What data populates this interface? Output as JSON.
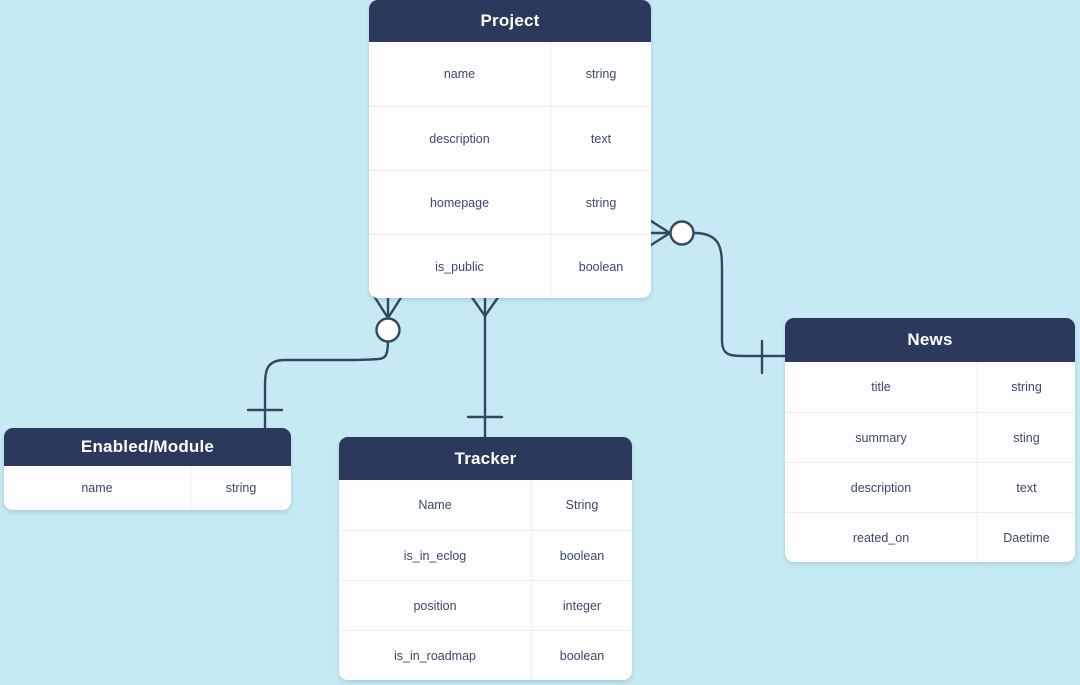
{
  "diagram": {
    "type": "entity-relationship-diagram",
    "notation": "crows-foot",
    "background_color": "#c6eaf4",
    "header_color": "#2b3a5c",
    "line_color": "#32485f",
    "entities": [
      {
        "id": "project",
        "title": "Project",
        "attributes": [
          {
            "name": "name",
            "type": "string"
          },
          {
            "name": "description",
            "type": "text"
          },
          {
            "name": "homepage",
            "type": "string"
          },
          {
            "name": "is_public",
            "type": "boolean"
          }
        ]
      },
      {
        "id": "news",
        "title": "News",
        "attributes": [
          {
            "name": "title",
            "type": "string"
          },
          {
            "name": "summary",
            "type": "sting"
          },
          {
            "name": "description",
            "type": "text"
          },
          {
            "name": "reated_on",
            "type": "Daetime"
          }
        ]
      },
      {
        "id": "tracker",
        "title": "Tracker",
        "attributes": [
          {
            "name": "Name",
            "type": "String"
          },
          {
            "name": "is_in_eclog",
            "type": "boolean"
          },
          {
            "name": "position",
            "type": "integer"
          },
          {
            "name": "is_in_roadmap",
            "type": "boolean"
          }
        ]
      },
      {
        "id": "enabled-module",
        "title": "Enabled/Module",
        "attributes": [
          {
            "name": "name",
            "type": "string"
          }
        ]
      }
    ],
    "relationships": [
      {
        "id": "project-enabled-module",
        "from": "project",
        "to": "enabled-module",
        "from_cardinality": "zero-or-many",
        "to_cardinality": "one"
      },
      {
        "id": "project-tracker",
        "from": "project",
        "to": "tracker",
        "from_cardinality": "many",
        "to_cardinality": "one"
      },
      {
        "id": "project-news",
        "from": "project",
        "to": "news",
        "from_cardinality": "zero-or-many",
        "to_cardinality": "one"
      }
    ]
  }
}
